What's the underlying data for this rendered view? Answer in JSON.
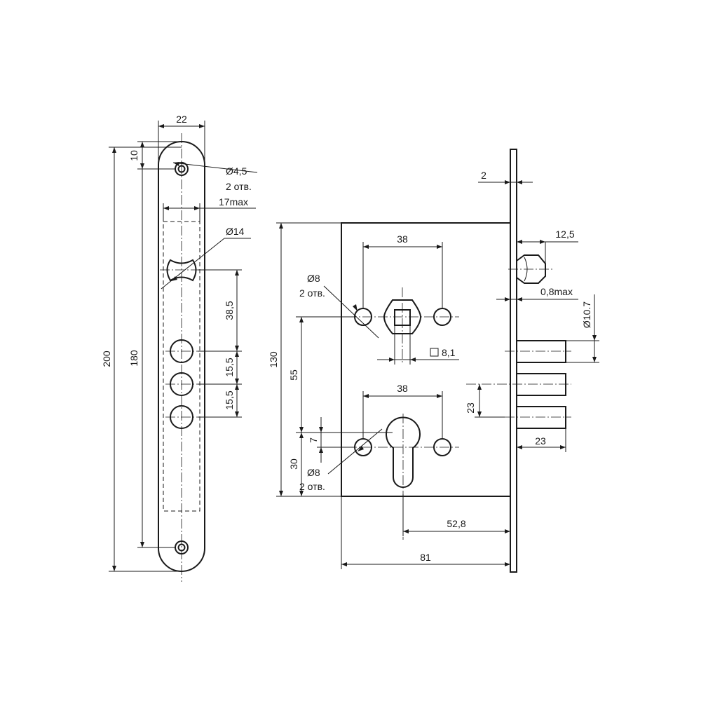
{
  "faceplate": {
    "width": "22",
    "screw_offset": "10",
    "screw_hole": "Ø4,5",
    "screw_hole_count": "2 отв.",
    "cutout_width": "17max",
    "spindle_hole": "Ø14",
    "spindle_to_bolt": "38,5",
    "bolt_pitch_1": "15,5",
    "bolt_pitch_2": "15,5",
    "screw_pitch": "180",
    "total_length": "200"
  },
  "lock_body": {
    "forend_thickness": "2",
    "latch_projection": "12,5",
    "latch_gap": "0,8max",
    "bolt_diameter": "Ø10.7",
    "body_height": "130",
    "spindle_height": "55",
    "cylinder_height": "30",
    "top_holes_spacing": "38",
    "top_holes": "Ø8",
    "top_holes_count": "2 отв.",
    "spindle_square": "8,1",
    "bottom_holes_spacing": "38",
    "bottom_holes": "Ø8",
    "bottom_holes_count": "2 отв.",
    "cylinder_offset": "7",
    "bolt_spacing": "23",
    "bolt_throw": "23",
    "backset": "52,8",
    "body_depth": "81"
  }
}
